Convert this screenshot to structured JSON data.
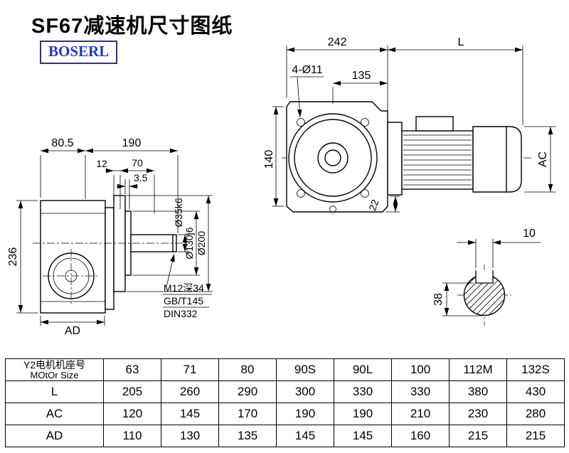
{
  "header": {
    "title": "SF67减速机尺寸图纸",
    "logo": "BOSERL"
  },
  "drawing": {
    "front": {
      "d242": "242",
      "dL": "L",
      "d4o11": "4-Ø11",
      "d135": "135",
      "d140": "140",
      "d22": "22",
      "dAC": "AC"
    },
    "side": {
      "d80_5": "80.5",
      "d190": "190",
      "d12": "12",
      "d70": "70",
      "d3_5": "3.5",
      "d236": "236",
      "dAD": "AD",
      "dia35": "Ø35k6",
      "dia130": "Ø130j6",
      "dia200": "Ø200",
      "note1": "M12深34",
      "note2": "GB/T145",
      "note3": "DIN332"
    },
    "section": {
      "d10": "10",
      "d38": "38"
    }
  },
  "table": {
    "header": {
      "line1": "Y2电机机座号",
      "line2": "MOtOr Size",
      "sizes": [
        "63",
        "71",
        "80",
        "90S",
        "90L",
        "100",
        "112M",
        "132S"
      ]
    },
    "rows": [
      {
        "label": "L",
        "values": [
          "205",
          "260",
          "290",
          "300",
          "330",
          "330",
          "380",
          "430"
        ]
      },
      {
        "label": "AC",
        "values": [
          "120",
          "145",
          "170",
          "190",
          "190",
          "210",
          "230",
          "280"
        ]
      },
      {
        "label": "AD",
        "values": [
          "110",
          "130",
          "135",
          "145",
          "145",
          "160",
          "215",
          "215"
        ]
      }
    ]
  }
}
